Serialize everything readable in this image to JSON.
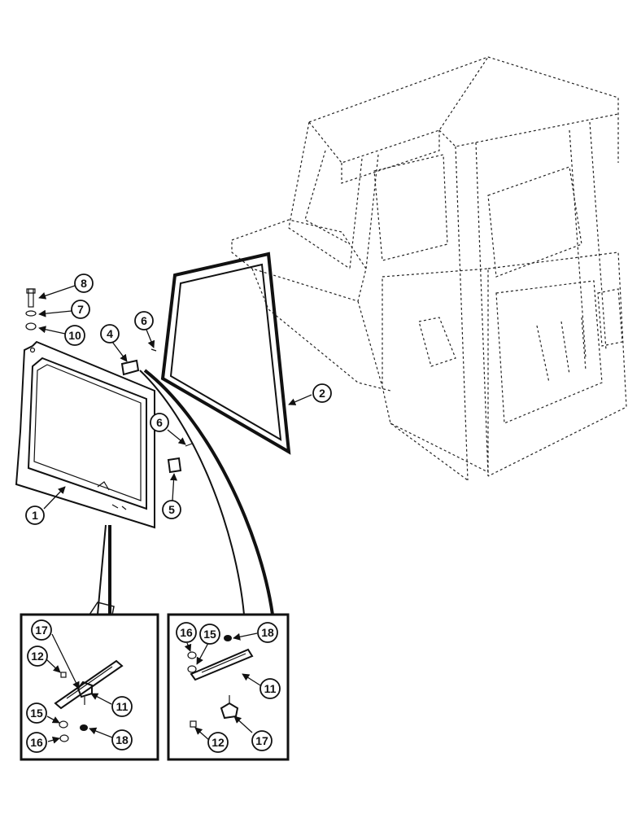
{
  "callouts": {
    "c1": "1",
    "c2": "2",
    "c4": "4",
    "c5": "5",
    "c6a": "6",
    "c6b": "6",
    "c7": "7",
    "c8": "8",
    "c10": "10",
    "left_detail": {
      "c11": "11",
      "c12": "12",
      "c15": "15",
      "c16": "16",
      "c17": "17",
      "c18": "18"
    },
    "right_detail": {
      "c11": "11",
      "c12": "12",
      "c15": "15",
      "c16": "16",
      "c17": "17",
      "c18": "18"
    }
  }
}
